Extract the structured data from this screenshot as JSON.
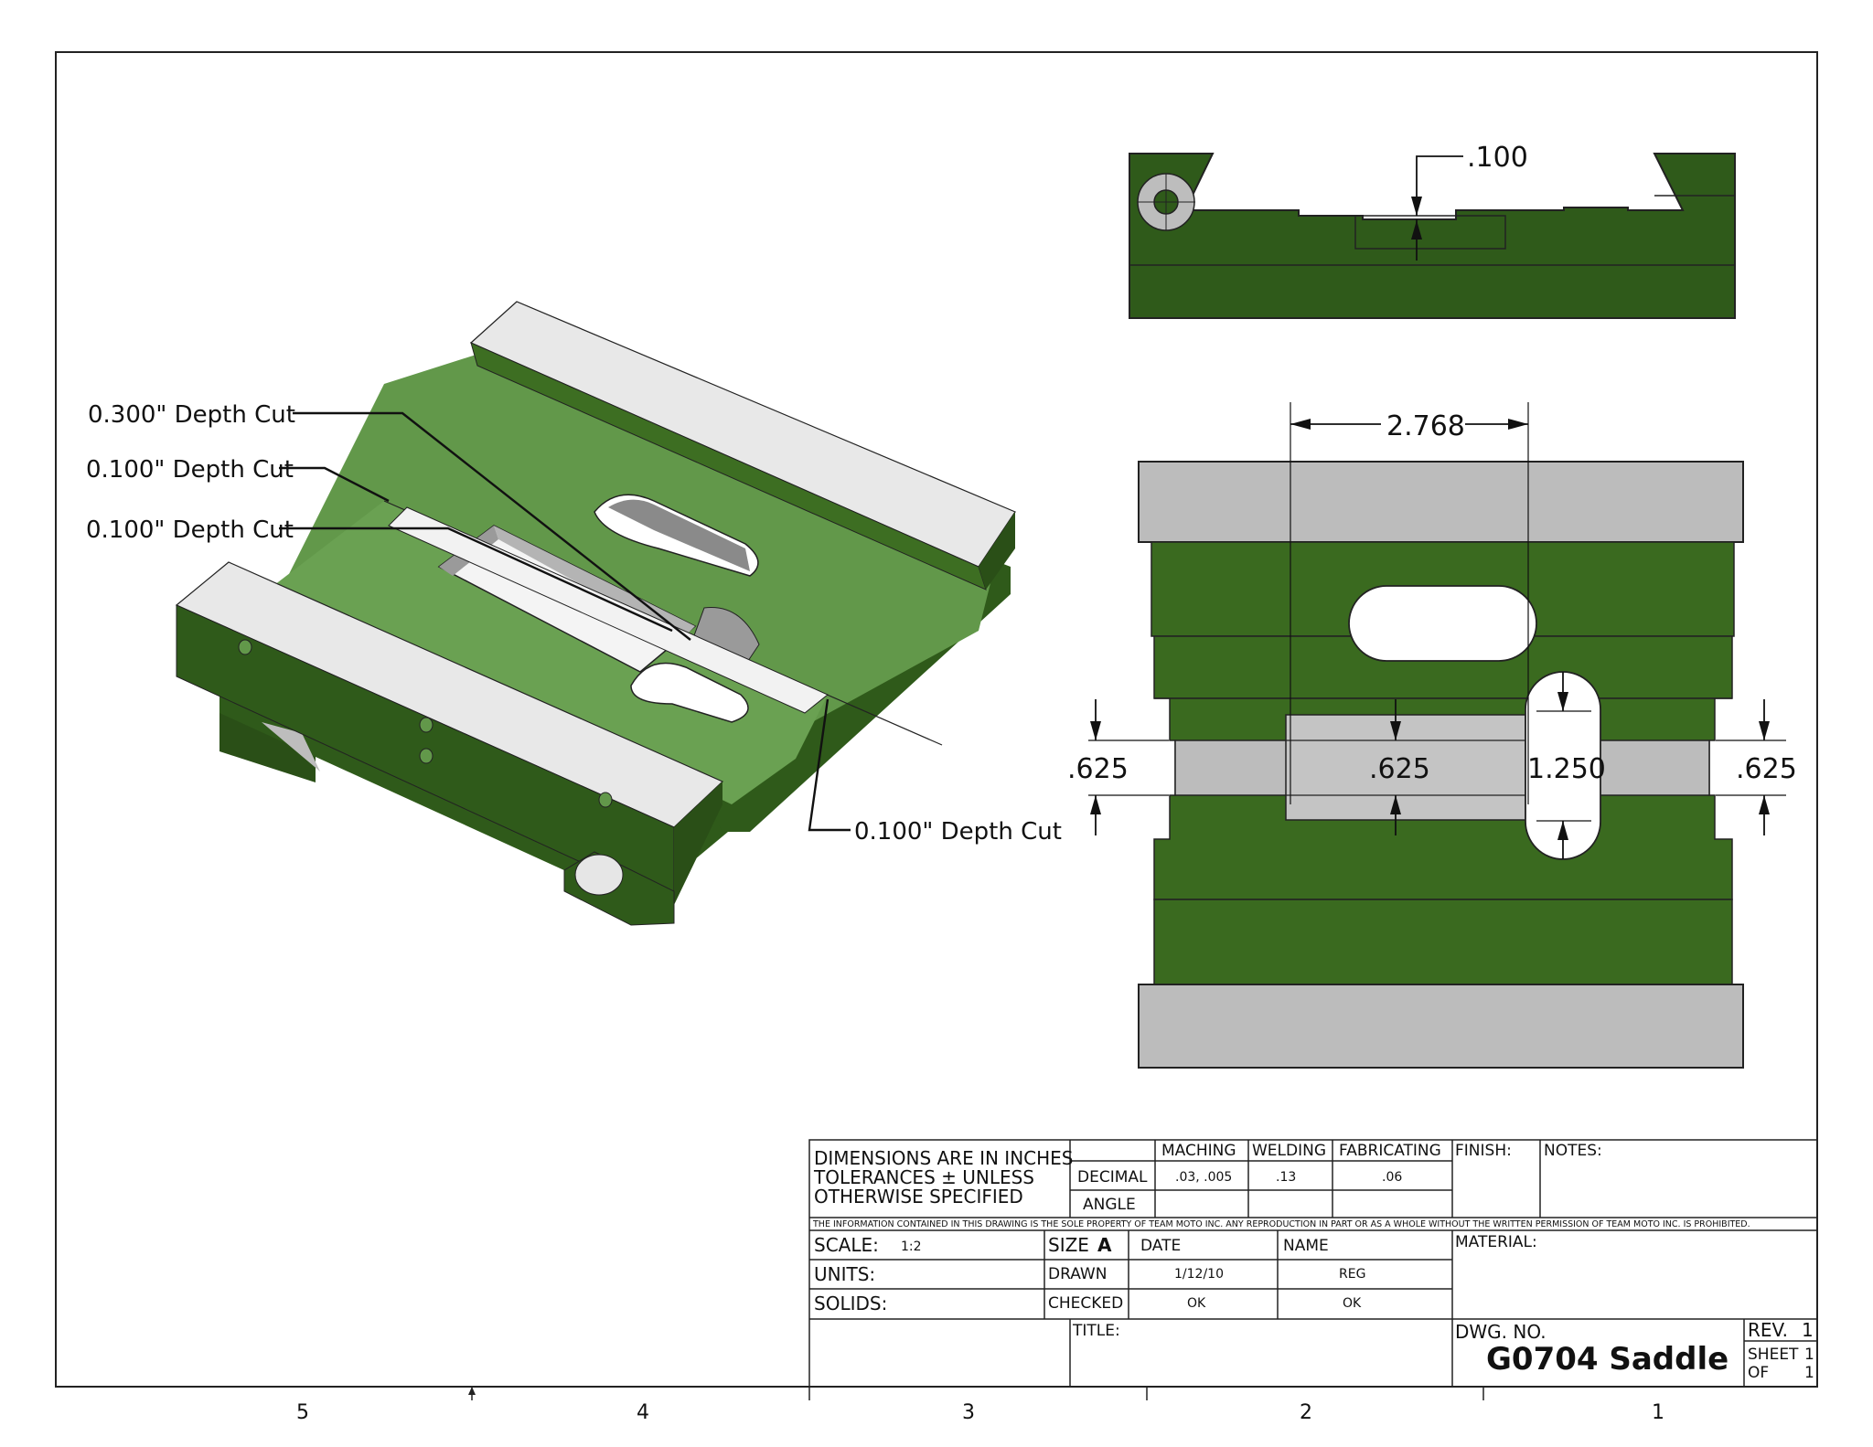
{
  "drawing": {
    "callouts": [
      "0.300\" Depth Cut",
      "0.100\" Depth Cut",
      "0.100\" Depth Cut",
      "0.100\" Depth Cut"
    ],
    "dimensions": {
      "top_view_depth": ".100",
      "width": "2.768",
      "left_height": ".625",
      "center_height": ".625",
      "slot_length": "1.250",
      "right_height": ".625"
    },
    "zone_numbers": [
      "5",
      "4",
      "3",
      "2",
      "1"
    ],
    "colors": {
      "green_light": "#62984a",
      "green_dark": "#2f5a1a",
      "green_mid": "#3d6e22",
      "gray": "#bcbcbc",
      "gray_light": "#e6e6e6"
    }
  },
  "title_block": {
    "general_tolerance": [
      "DIMENSIONS ARE IN INCHES",
      "TOLERANCES ± UNLESS",
      "OTHERWISE SPECIFIED"
    ],
    "columns": [
      "MACHING",
      "WELDING",
      "FABRICATING"
    ],
    "rows": [
      {
        "label": "DECIMAL",
        "values": [
          ".03, .005",
          ".13",
          ".06"
        ]
      },
      {
        "label": "ANGLE",
        "values": [
          "",
          "",
          ""
        ]
      }
    ],
    "finish_label": "FINISH:",
    "notes_label": "NOTES:",
    "proprietary": "THE INFORMATION CONTAINED IN THIS DRAWING IS THE SOLE PROPERTY OF TEAM MOTO INC.  ANY  REPRODUCTION IN PART OR AS A WHOLE WITHOUT THE WRITTEN PERMISSION OF TEAM MOTO INC. IS  PROHIBITED.",
    "scale_label": "SCALE:",
    "scale_value": "1:2",
    "size_label": "SIZE",
    "size_value": "A",
    "date_label": "DATE",
    "name_label": "NAME",
    "units_label": "UNITS:",
    "drawn_label": "DRAWN",
    "drawn_date": "1/12/10",
    "drawn_name": "REG",
    "solids_label": "SOLIDS:",
    "checked_label": "CHECKED",
    "checked_date": "OK",
    "checked_name": "OK",
    "material_label": "MATERIAL:",
    "title_label": "TITLE:",
    "dwg_no_label": "DWG.  NO.",
    "dwg_no": "G0704 Saddle",
    "rev_label": "REV.",
    "rev_value": "1",
    "sheet_label": "SHEET",
    "sheet_value": "1",
    "of_label": "OF",
    "of_value": "1"
  }
}
